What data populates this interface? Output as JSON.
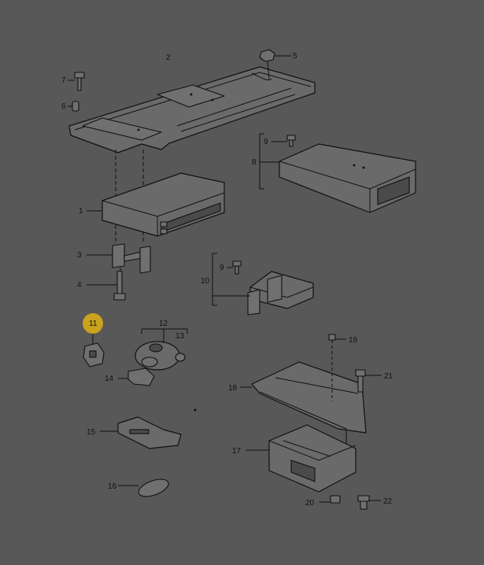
{
  "diagram": {
    "highlight_color": "#c9a21e",
    "background_color": "#585858",
    "callouts": {
      "c1": "1",
      "c2": "2",
      "c3": "3",
      "c4": "4",
      "c5": "5",
      "c6": "6",
      "c7": "7",
      "c8": "8",
      "c9a": "9",
      "c9b": "9",
      "c10": "10",
      "c11": "11",
      "c12": "12",
      "c13": "13",
      "c14": "14",
      "c15": "15",
      "c16": "16",
      "c17": "17",
      "c18": "18",
      "c19": "19",
      "c20": "20",
      "c21": "21",
      "c22": "22"
    },
    "highlighted_callout": "11"
  }
}
